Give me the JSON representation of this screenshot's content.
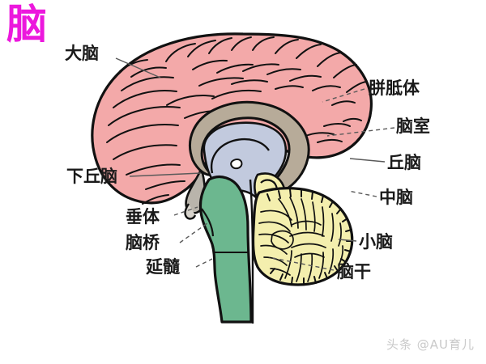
{
  "title": {
    "text": "脑",
    "color": "#ec18dd"
  },
  "diagram": {
    "name": "midsagittal-brain-diagram",
    "colors": {
      "cerebrum": "#f3a9a9",
      "corpus_callosum": "#b7ab99",
      "ventricle": "#c2cade",
      "thalamus": "#c2cade",
      "brainstem": "#6cb78f",
      "cerebellum": "#f4efae",
      "midbrain": "#f4efae",
      "pituitary": "#b9b4ab",
      "outline": "#111111"
    },
    "structures": [
      {
        "key": "cerebrum",
        "label": "大脑"
      },
      {
        "key": "corpus_callosum",
        "label": "胼胝体"
      },
      {
        "key": "ventricle",
        "label": "脑室"
      },
      {
        "key": "thalamus",
        "label": "丘脑"
      },
      {
        "key": "midbrain",
        "label": "中脑"
      },
      {
        "key": "cerebellum",
        "label": "小脑"
      },
      {
        "key": "brainstem",
        "label": "脑干"
      },
      {
        "key": "hypothalamus",
        "label": "下丘脑"
      },
      {
        "key": "pituitary",
        "label": "垂体"
      },
      {
        "key": "pons",
        "label": "脑桥"
      },
      {
        "key": "medulla",
        "label": "延髓"
      }
    ]
  },
  "labels": {
    "cerebrum": "大脑",
    "corpus_callosum": "胼胝体",
    "ventricle": "脑室",
    "thalamus": "丘脑",
    "midbrain": "中脑",
    "cerebellum": "小脑",
    "brainstem": "脑干",
    "hypothalamus": "下丘脑",
    "pituitary": "垂体",
    "pons": "脑桥",
    "medulla": "延髓"
  },
  "watermark": {
    "text": "头条 @AU育儿"
  }
}
